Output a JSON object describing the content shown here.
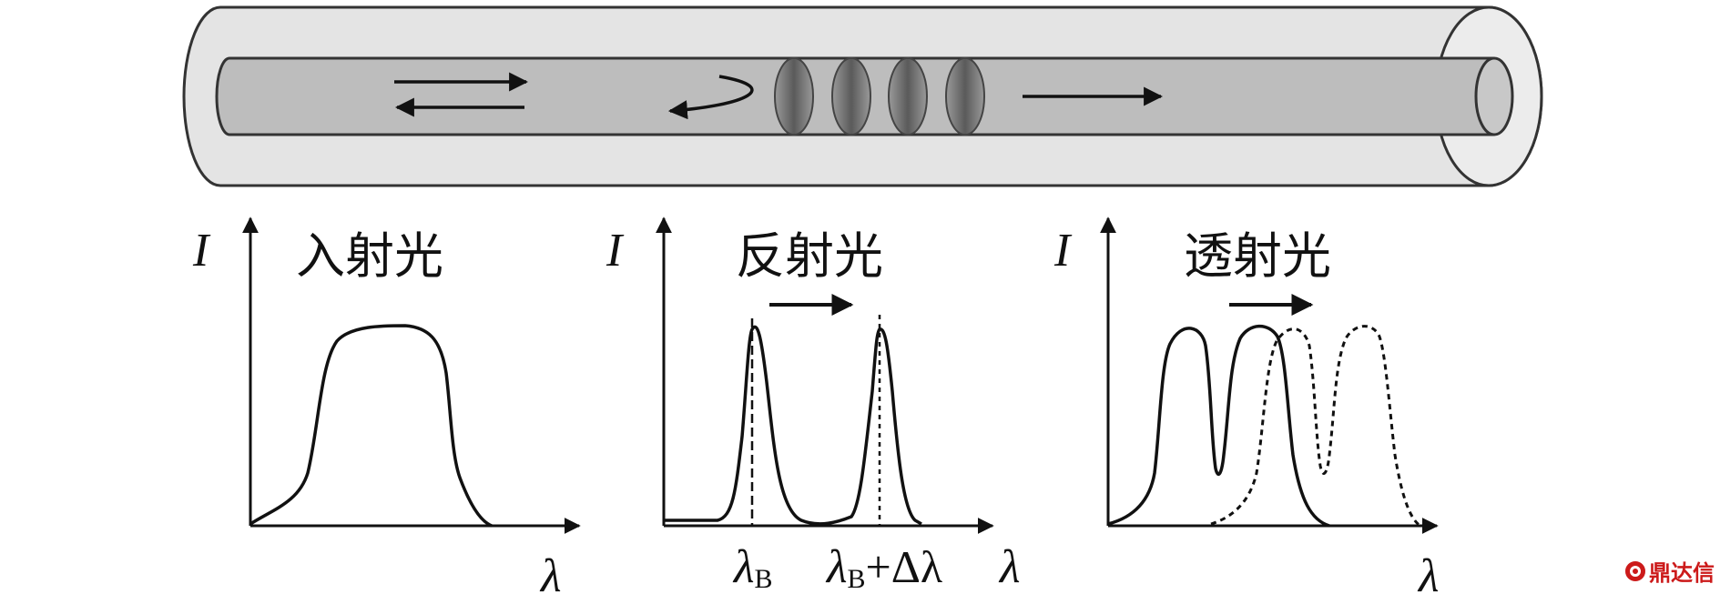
{
  "panels": [
    {
      "id": "incident",
      "title": "入射光",
      "y_axis": "I",
      "x_axis": "λ"
    },
    {
      "id": "reflected",
      "title": "反射光",
      "y_axis": "I",
      "x_axis": "λ",
      "marker_1": {
        "main": "λ",
        "sub": "B"
      },
      "marker_2": {
        "main": "λ",
        "sub": "B",
        "suffix": "+Δλ"
      }
    },
    {
      "id": "transmitted",
      "title": "透射光",
      "y_axis": "I",
      "x_axis": "λ"
    }
  ],
  "watermark": {
    "text": "鼎达信",
    "color": "#cc1a1a"
  },
  "colors": {
    "line": "#111111",
    "cladding": "#e2e2e2",
    "core": "#bdbdbd",
    "grating": "#7a7a7a"
  }
}
